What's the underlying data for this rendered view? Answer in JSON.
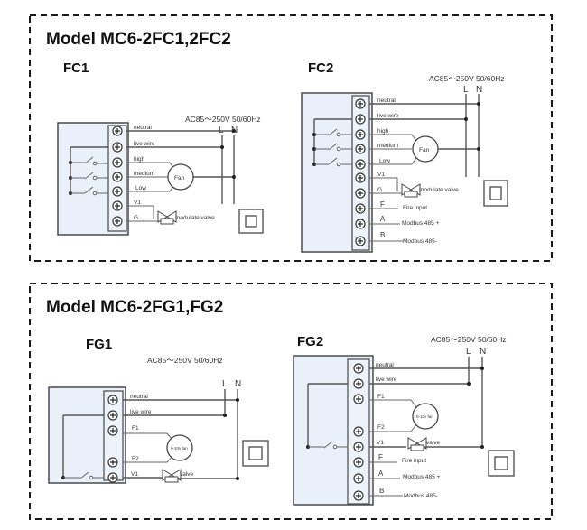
{
  "sections": [
    {
      "title": "Model MC6-2FC1,2FC2",
      "diagrams": [
        {
          "name": "FC1",
          "supply": "AC85～250V   50/60Hz",
          "L": "L",
          "N": "N",
          "terminals": [
            "neutral",
            "live wire",
            "high",
            "medium",
            "Low",
            "V1",
            "G"
          ],
          "fan_label": "Fan",
          "valve_label": "modulate valve"
        },
        {
          "name": "FC2",
          "supply": "AC85～250V   50/60Hz",
          "L": "L",
          "N": "N",
          "terminals": [
            "neutral",
            "live wire",
            "high",
            "medium",
            "Low",
            "V1",
            "G",
            "F",
            "A",
            "B"
          ],
          "fan_label": "Fan",
          "valve_label": "modulate valve",
          "extra_labels": [
            "Fire input",
            "Modbus 485 +",
            "Modbus 485-"
          ]
        }
      ]
    },
    {
      "title": "Model MC6-2FG1,FG2",
      "diagrams": [
        {
          "name": "FG1",
          "supply": "AC85～250V   50/60Hz",
          "L": "L",
          "N": "N",
          "terminals": [
            "neutral",
            "live wire",
            "F1",
            "F2",
            "V1"
          ],
          "fan_label": "0-10v fan",
          "valve_label": "valve"
        },
        {
          "name": "FG2",
          "supply": "AC85～250V   50/60Hz",
          "L": "L",
          "N": "N",
          "terminals": [
            "neutral",
            "live wire",
            "F1",
            "F2",
            "V1",
            "F",
            "A",
            "B"
          ],
          "fan_label": "0-10v fan",
          "valve_label": "valve",
          "extra_labels": [
            "Fire input",
            "Modbus 485 +",
            "Modbus 485-"
          ]
        }
      ]
    }
  ],
  "icons": {
    "double_insulation": "double-square-symbol",
    "terminal_screw": "plus-in-circle",
    "switch": "spst-switch",
    "valve": "bowtie-valve"
  }
}
